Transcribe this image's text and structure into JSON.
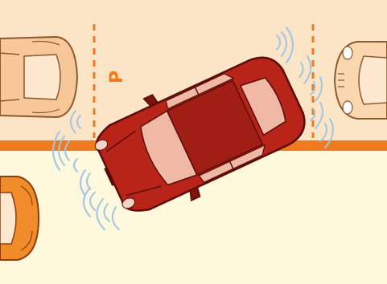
{
  "scene": {
    "parking_sign": "P",
    "colors": {
      "lot_top": "#FCE5C6",
      "lot_bottom": "#FFF8DC",
      "curb_line": "#F07A1E",
      "dash_line": "#F07A1E",
      "main_car": "#B82418",
      "main_car_dark": "#7A140D",
      "main_car_glass": "#EFB9A5",
      "parked_car_left": "#F7C79A",
      "parked_car_right": "#FBD7B0",
      "parked_car_bottom": "#F08C2A",
      "sensor_waves": "#9EC6E8"
    },
    "icons": [
      "parked-car-left",
      "parked-car-right",
      "parked-car-bottom-left",
      "maneuvering-car",
      "sensor-waves"
    ]
  }
}
